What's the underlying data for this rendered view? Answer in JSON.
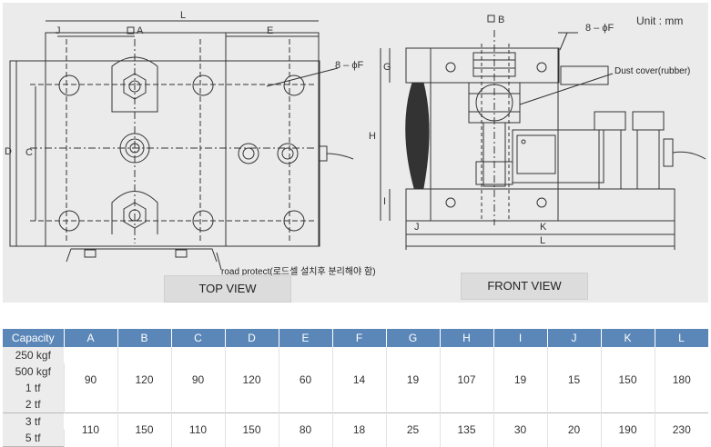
{
  "unit_label": "Unit : mm",
  "views": {
    "top": "TOP VIEW",
    "front": "FRONT VIEW"
  },
  "dims": {
    "L": "L",
    "J": "J",
    "A": "A",
    "E": "E",
    "F": "8 – ϕF",
    "D": "D",
    "C": "C",
    "B": "B",
    "G": "G",
    "H": "H",
    "I": "I",
    "K": "K"
  },
  "notes": {
    "dust_cover": "Dust cover(rubber)",
    "road_protect": "road protect(로드셀 설치후 분리해야 함)"
  },
  "table": {
    "headers": [
      "Capacity",
      "A",
      "B",
      "C",
      "D",
      "E",
      "F",
      "G",
      "H",
      "I",
      "J",
      "K",
      "L"
    ],
    "capacities_a": [
      "250 kgf",
      "500 kgf",
      "1 tf",
      "2 tf"
    ],
    "values_a": [
      "90",
      "120",
      "90",
      "120",
      "60",
      "14",
      "19",
      "107",
      "19",
      "15",
      "150",
      "180"
    ],
    "capacities_b": [
      "3 tf",
      "5 tf"
    ],
    "values_b": [
      "110",
      "150",
      "110",
      "150",
      "80",
      "18",
      "25",
      "135",
      "30",
      "20",
      "190",
      "230"
    ]
  }
}
